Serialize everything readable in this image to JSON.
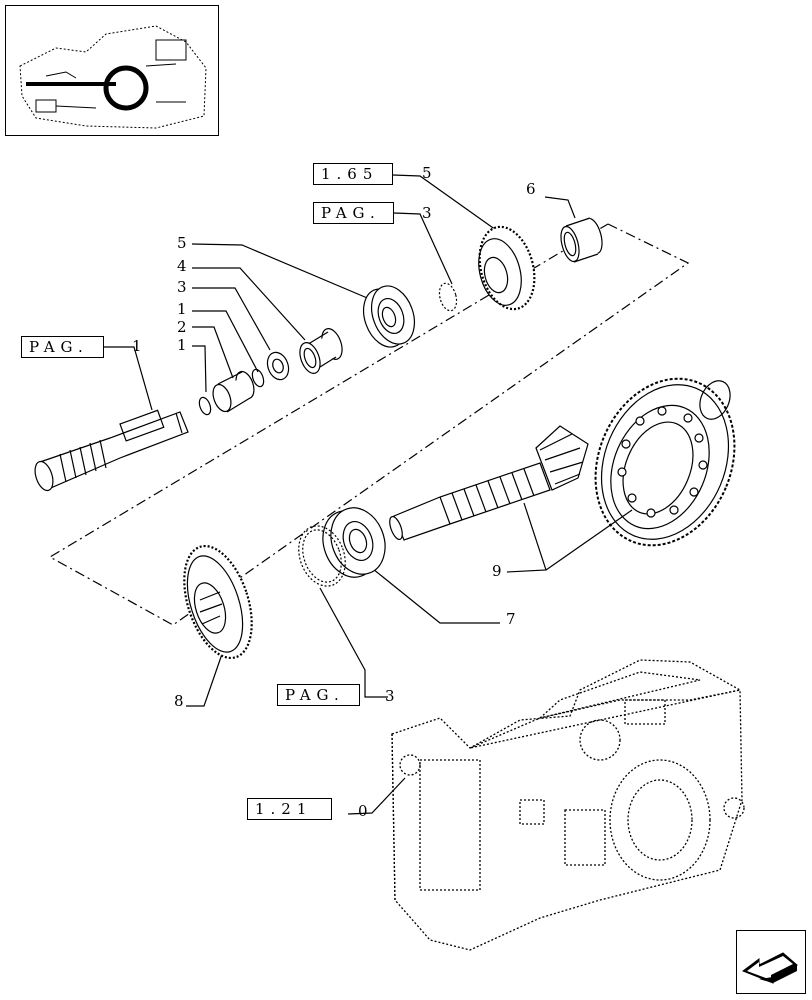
{
  "refs": {
    "r165": "1.65",
    "pag_top": "PAG.",
    "pag_left": "PAG.",
    "pag_bottom": "PAG.",
    "r121": "1.21"
  },
  "callouts": {
    "c_165_5": "5",
    "c_pag_top_3": "3",
    "c_pag_left_1": "1",
    "c_6": "6",
    "c_5": "5",
    "c_4": "4",
    "c_3": "3",
    "c_1a": "1",
    "c_2": "2",
    "c_1b": "1",
    "c_9": "9",
    "c_7": "7",
    "c_8": "8",
    "c_pag_bottom_3": "3",
    "c_121_0": "0"
  },
  "colors": {
    "line": "#000000",
    "background": "#ffffff"
  },
  "icons": {
    "thumbnail": "tractor-location-thumbnail",
    "nav": "next-page-arrow-icon"
  }
}
